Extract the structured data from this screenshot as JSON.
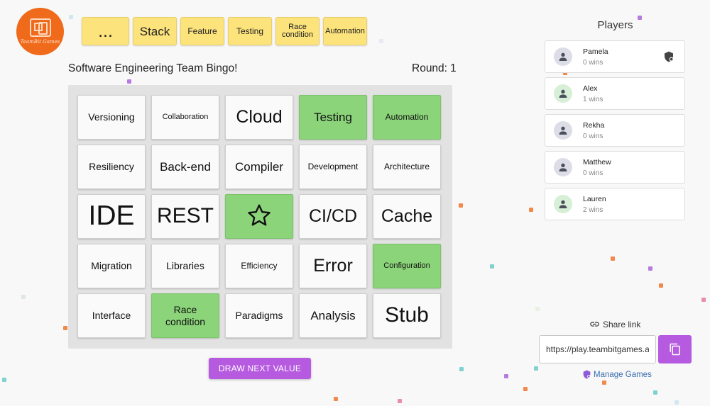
{
  "logo": {
    "text": "TeamBit Games"
  },
  "history": [
    {
      "label": "...",
      "size": "s-xl",
      "width": 67
    },
    {
      "label": "Stack",
      "size": "s-l",
      "width": 62
    },
    {
      "label": "Feature",
      "size": "s-s",
      "width": 62
    },
    {
      "label": "Testing",
      "size": "s-s",
      "width": 62
    },
    {
      "label": "Race condition",
      "size": "s-xs",
      "width": 62
    },
    {
      "label": "Automation",
      "size": "s-xs",
      "width": 62
    }
  ],
  "game": {
    "title": "Software Engineering Team Bingo!",
    "round_label": "Round:",
    "round_value": "1"
  },
  "board": [
    {
      "label": "Versioning",
      "size": "s-m",
      "marked": false
    },
    {
      "label": "Collaboration",
      "size": "s-xs",
      "marked": false
    },
    {
      "label": "Cloud",
      "size": "s-xl",
      "marked": false
    },
    {
      "label": "Testing",
      "size": "s-l",
      "marked": true
    },
    {
      "label": "Automation",
      "size": "s-s",
      "marked": true
    },
    {
      "label": "Resiliency",
      "size": "s-m",
      "marked": false
    },
    {
      "label": "Back-end",
      "size": "s-l",
      "marked": false
    },
    {
      "label": "Compiler",
      "size": "s-l",
      "marked": false
    },
    {
      "label": "Development",
      "size": "s-s",
      "marked": false
    },
    {
      "label": "Architecture",
      "size": "s-s",
      "marked": false
    },
    {
      "label": "IDE",
      "size": "s-huge",
      "marked": false
    },
    {
      "label": "REST",
      "size": "s-xxl",
      "marked": false
    },
    {
      "label": "",
      "size": "s-m",
      "marked": true,
      "icon": "star-icon"
    },
    {
      "label": "CI/CD",
      "size": "s-xl",
      "marked": false
    },
    {
      "label": "Cache",
      "size": "s-xl",
      "marked": false
    },
    {
      "label": "Migration",
      "size": "s-m",
      "marked": false
    },
    {
      "label": "Libraries",
      "size": "s-m",
      "marked": false
    },
    {
      "label": "Efficiency",
      "size": "s-s",
      "marked": false
    },
    {
      "label": "Error",
      "size": "s-xl",
      "marked": false
    },
    {
      "label": "Configuration",
      "size": "s-xs",
      "marked": true
    },
    {
      "label": "Interface",
      "size": "s-m",
      "marked": false
    },
    {
      "label": "Race condition",
      "size": "s-m",
      "marked": true
    },
    {
      "label": "Paradigms",
      "size": "s-m",
      "marked": false
    },
    {
      "label": "Analysis",
      "size": "s-l",
      "marked": false
    },
    {
      "label": "Stub",
      "size": "s-xxl",
      "marked": false
    }
  ],
  "actions": {
    "draw_next": "DRAW NEXT VALUE"
  },
  "players_heading": "Players",
  "players": [
    {
      "name": "Pamela",
      "wins": "0 wins",
      "active": false,
      "host": true
    },
    {
      "name": "Alex",
      "wins": "1 wins",
      "active": true,
      "host": false
    },
    {
      "name": "Rekha",
      "wins": "0 wins",
      "active": false,
      "host": false
    },
    {
      "name": "Matthew",
      "wins": "0 wins",
      "active": false,
      "host": false
    },
    {
      "name": "Lauren",
      "wins": "2 wins",
      "active": true,
      "host": false
    }
  ],
  "share": {
    "label": "Share link",
    "url": "https://play.teambitgames.a",
    "manage_label": "Manage Games"
  },
  "colors": {
    "accent": "#b65ae0",
    "marked": "#8bd47a",
    "history_bg": "#fce37c",
    "logo_bg": "#f06a1c",
    "link": "#3a6fb0"
  },
  "icons": {
    "copy": "copy-icon",
    "link": "link-icon",
    "shield": "shield-icon",
    "person": "person-icon",
    "star": "star-icon"
  }
}
